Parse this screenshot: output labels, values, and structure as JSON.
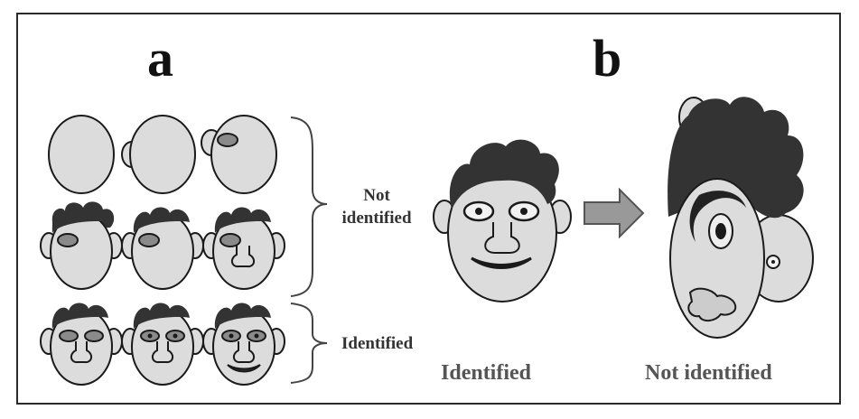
{
  "panel_a": {
    "letter": "a",
    "bracket_top_label_line1": "Not",
    "bracket_top_label_line2": "identified",
    "bracket_bottom_label": "Identified"
  },
  "panel_b": {
    "letter": "b",
    "caption_left": "Identified",
    "caption_right": "Not identified"
  },
  "colors": {
    "face_fill": "#dcdcdc",
    "outline": "#1a1a1a",
    "hair": "#333333",
    "feature_fill": "#8a8a8a",
    "arrow_fill": "#999999"
  }
}
